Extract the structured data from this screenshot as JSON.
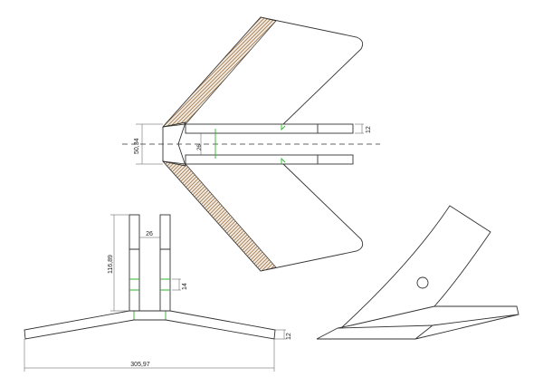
{
  "dimensions": {
    "top_width": "50,34",
    "top_gap": "26",
    "top_bar_thickness": "12",
    "front_gap": "26",
    "front_height": "116,89",
    "front_slot": "14",
    "front_thickness": "12",
    "front_total_width": "305,97"
  },
  "colors": {
    "line": "#333333",
    "weld": "#2db52d",
    "hatch": "#b08a60"
  }
}
